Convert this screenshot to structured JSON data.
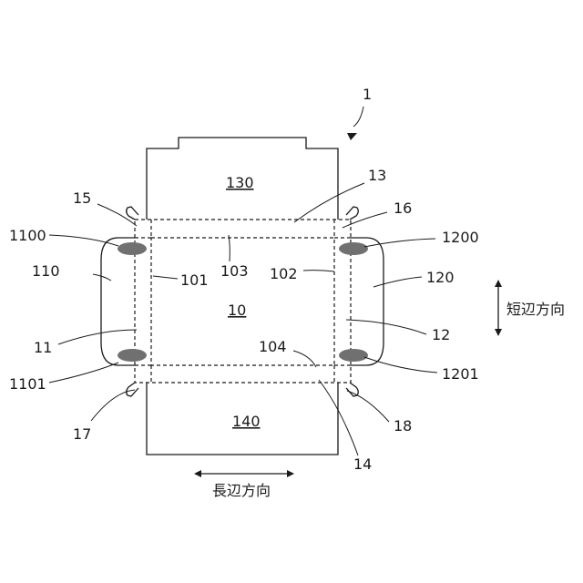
{
  "labels": {
    "fig_ref": "1",
    "top_flap": "130",
    "center_panel": "10",
    "bottom_flap": "140",
    "label_13": "13",
    "label_14": "14",
    "label_15": "15",
    "label_16": "16",
    "label_17": "17",
    "label_18": "18",
    "label_1100": "1100",
    "label_1101": "1101",
    "label_1200": "1200",
    "label_1201": "1201",
    "label_110": "110",
    "label_120": "120",
    "label_11": "11",
    "label_12": "12",
    "label_101": "101",
    "label_102": "102",
    "label_103": "103",
    "label_104": "104"
  },
  "directions": {
    "short_side": "短辺方向",
    "long_side": "長辺方向"
  },
  "colors": {
    "line": "#1a1a1a",
    "spot": "#707070"
  }
}
